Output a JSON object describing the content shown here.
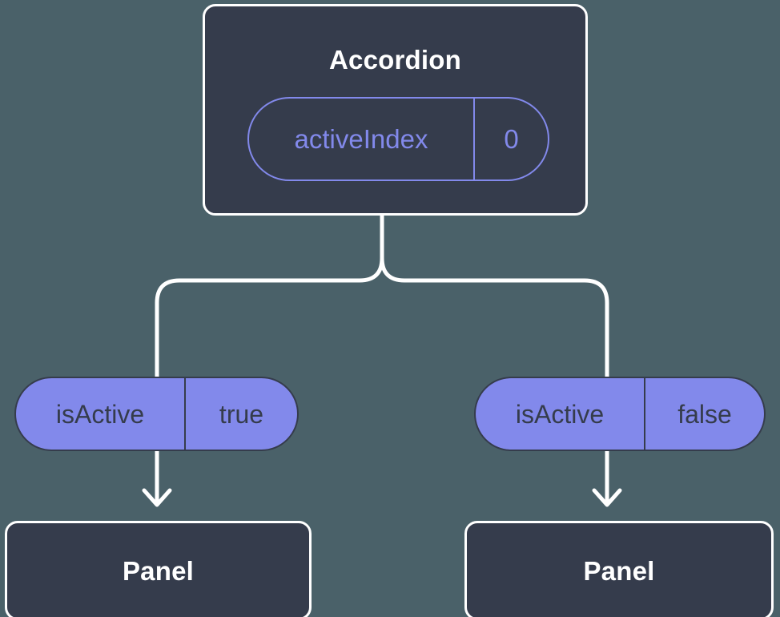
{
  "diagram": {
    "type": "component-state-tree",
    "background_color": "#4a6169",
    "node_fill_color": "#353c4c",
    "node_border_color": "#ffffff",
    "accent_color": "#8289eb",
    "connector_color": "#ffffff"
  },
  "root": {
    "title": "Accordion",
    "state": {
      "key": "activeIndex",
      "value": "0"
    }
  },
  "branches": [
    {
      "prop": {
        "key": "isActive",
        "value": "true"
      },
      "child": {
        "title": "Panel"
      }
    },
    {
      "prop": {
        "key": "isActive",
        "value": "false"
      },
      "child": {
        "title": "Panel"
      }
    }
  ]
}
